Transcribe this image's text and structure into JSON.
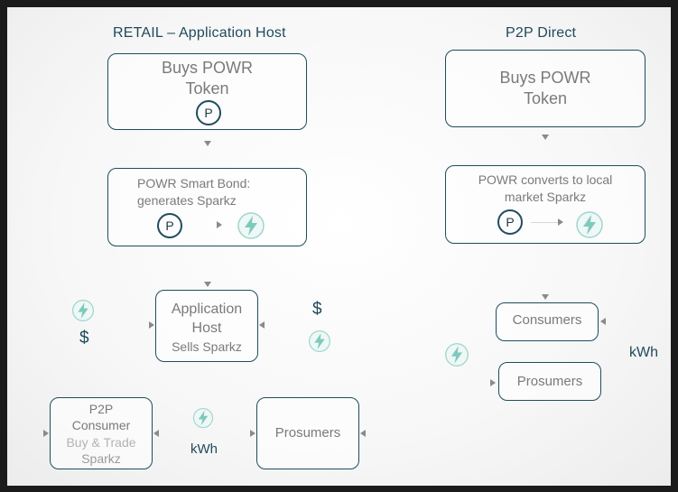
{
  "retail": {
    "heading": "RETAIL – Application Host",
    "buys_box": {
      "line1": "Buys POWR",
      "line2": "Token"
    },
    "bond_box": {
      "line1": "POWR Smart Bond:",
      "line2": "generates Sparkz"
    },
    "host_box": {
      "line1": "Application",
      "line2": "Host",
      "line3": "Sells Sparkz"
    },
    "left_dollar": "$",
    "right_dollar": "$",
    "consumer_box": {
      "line1": "P2P",
      "line2": "Consumer",
      "line3": "Buy & Trade",
      "line4": "Sparkz"
    },
    "kwh": "kWh",
    "prosumers_box": "Prosumers"
  },
  "p2p": {
    "heading": "P2P Direct",
    "buys_box": {
      "line1": "Buys POWR",
      "line2": "Token"
    },
    "convert_box": {
      "line1": "POWR converts to local",
      "line2": "market Sparkz"
    },
    "consumers_box": "Consumers",
    "prosumers_box": "Prosumers",
    "kwh": "kWh"
  },
  "coin_symbol": "P",
  "colors": {
    "border": "#1f4d5e",
    "text": "#7a7a7a",
    "heading": "#1f4a5c",
    "sparkz_fill": "#7fc9bd",
    "arrow": "#8a8a8a"
  },
  "icons": {
    "powr_coin": "p-coin-icon",
    "sparkz": "lightning-bolt-icon"
  }
}
